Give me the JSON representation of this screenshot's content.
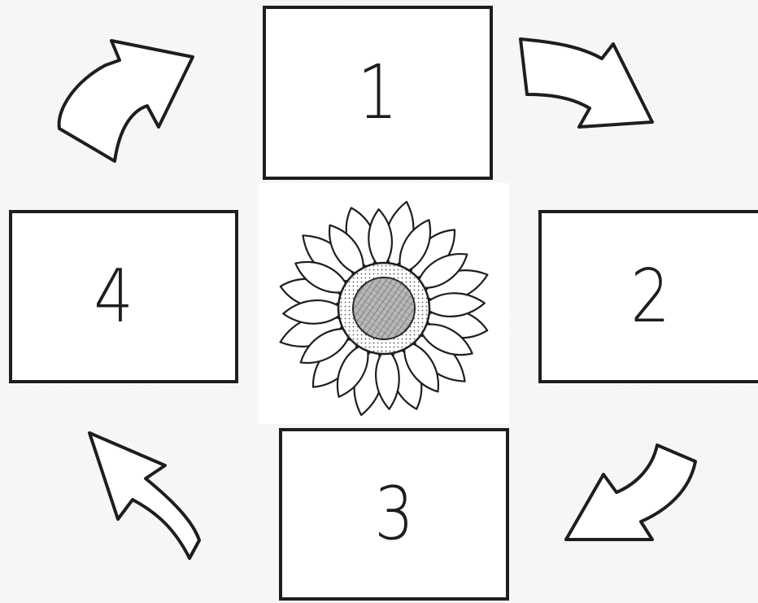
{
  "diagram": {
    "type": "sequence-cycle",
    "center_icon": "sunflower-icon",
    "steps": [
      {
        "label": "1"
      },
      {
        "label": "2"
      },
      {
        "label": "3"
      },
      {
        "label": "4"
      }
    ],
    "flow": [
      {
        "from": "1",
        "to": "2",
        "icon": "curved-arrow-down-right-icon"
      },
      {
        "from": "2",
        "to": "3",
        "icon": "curved-arrow-down-left-icon"
      },
      {
        "from": "3",
        "to": "4",
        "icon": "curved-arrow-up-left-icon"
      },
      {
        "from": "4",
        "to": "1",
        "icon": "curved-arrow-up-right-icon"
      }
    ],
    "colors": {
      "line": "#1e1e1e",
      "fill": "#ffffff",
      "background": "#f7f7f7"
    }
  }
}
